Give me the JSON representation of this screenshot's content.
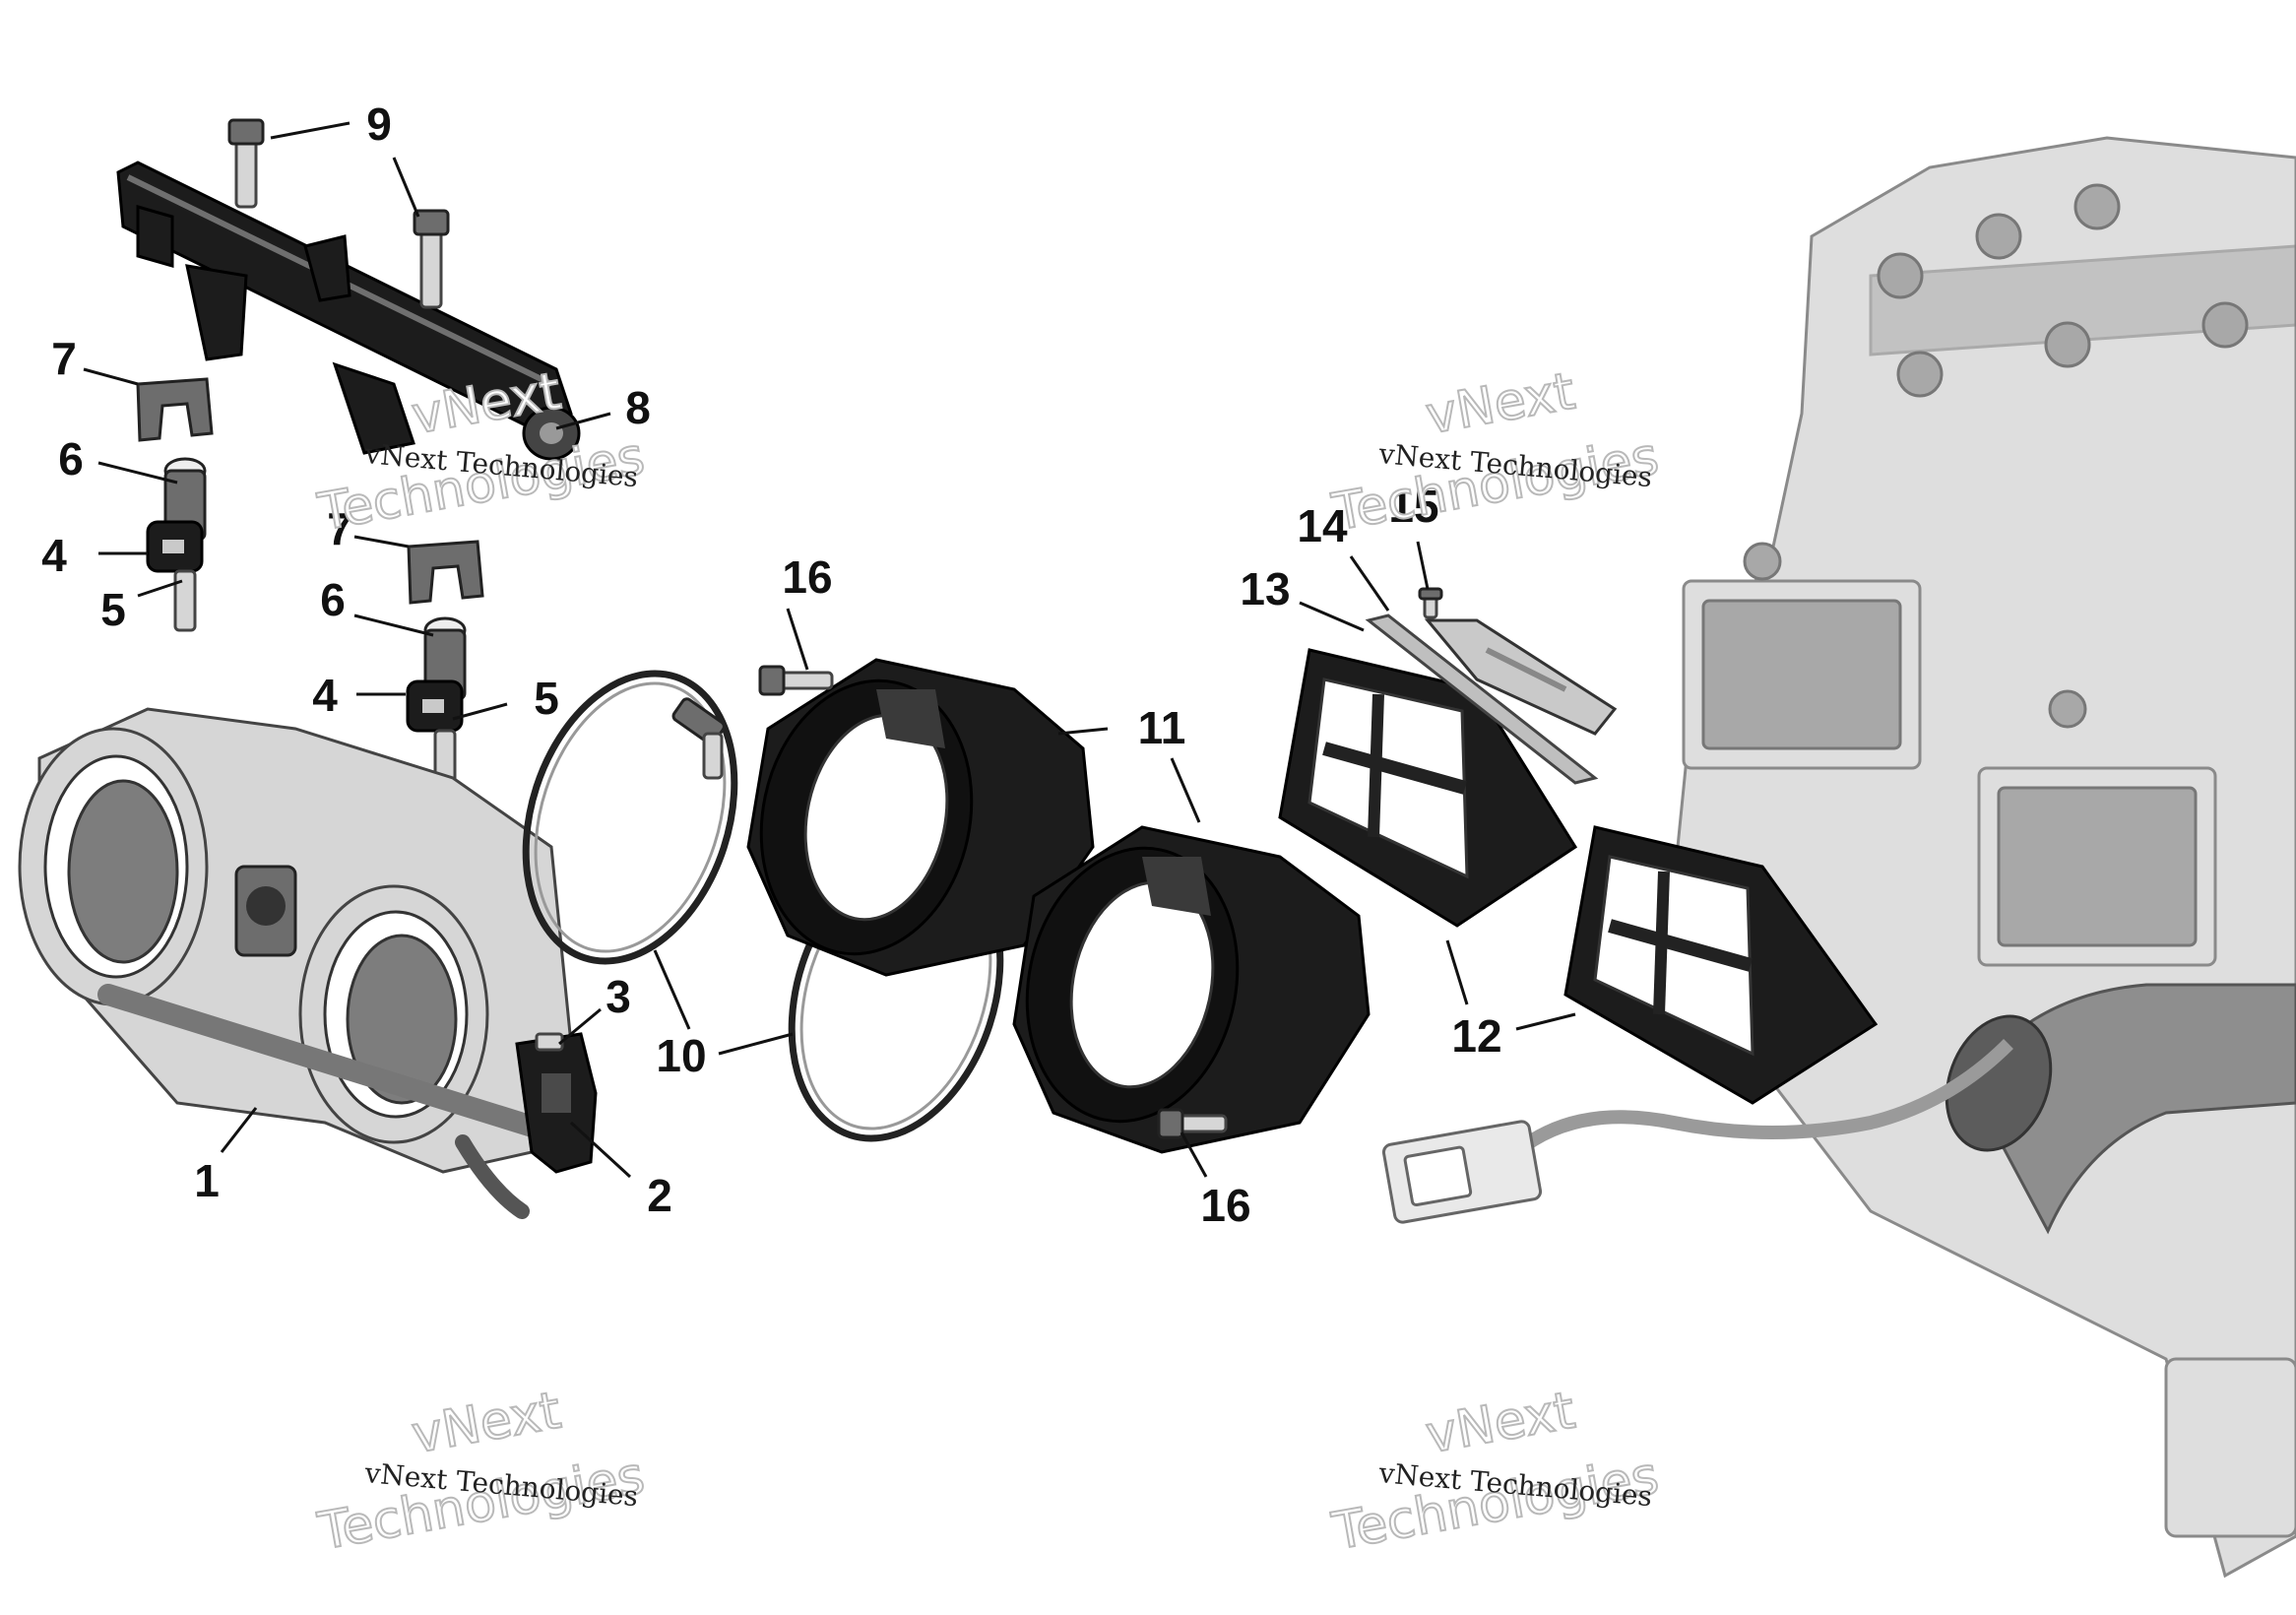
{
  "callouts": {
    "c1": "1",
    "c2": "2",
    "c3": "3",
    "c4a": "4",
    "c4b": "4",
    "c5a": "5",
    "c5b": "5",
    "c6a": "6",
    "c6b": "6",
    "c7a": "7",
    "c7b": "7",
    "c8": "8",
    "c9": "9",
    "c10": "10",
    "c11": "11",
    "c12": "12",
    "c13": "13",
    "c14": "14",
    "c15": "15",
    "c16a": "16",
    "c16b": "16"
  },
  "watermark": {
    "line1": "vNext Technologies",
    "line2": "vNext",
    "line3": "Technologies"
  },
  "colors": {
    "background": "#ffffff",
    "parts_dark": "#1c1c1c",
    "engine_ghost": "#dedede",
    "callout_text": "#111111"
  }
}
